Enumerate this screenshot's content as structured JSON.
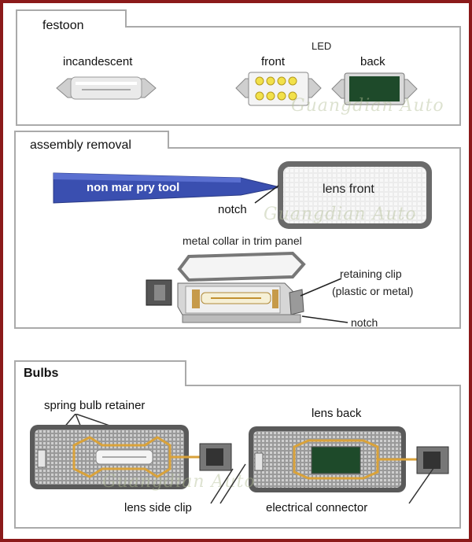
{
  "festoon": {
    "title": "festoon",
    "incandescent_label": "incandescent",
    "led_label": "LED",
    "front_label": "front",
    "back_label": "back"
  },
  "assembly": {
    "title": "assembly removal",
    "tool_label": "non mar pry tool",
    "lens_front_label": "lens front",
    "notch_label_top": "notch",
    "collar_label": "metal collar in trim panel",
    "retaining_clip_line1": "retaining clip",
    "retaining_clip_line2": "(plastic or metal)",
    "notch_label_bottom": "notch"
  },
  "bulbs": {
    "title": "Bulbs",
    "spring_label": "spring bulb retainer",
    "lens_back_label": "lens back",
    "side_clip_label": "lens side clip",
    "connector_label": "electrical connector"
  },
  "watermark": "Guangdian Auto",
  "colors": {
    "frame": "#8b1a1a",
    "tool_blue": "#3a4fb0",
    "led_back_green": "#1e4a2a",
    "wire_orange": "#d9a23a"
  }
}
